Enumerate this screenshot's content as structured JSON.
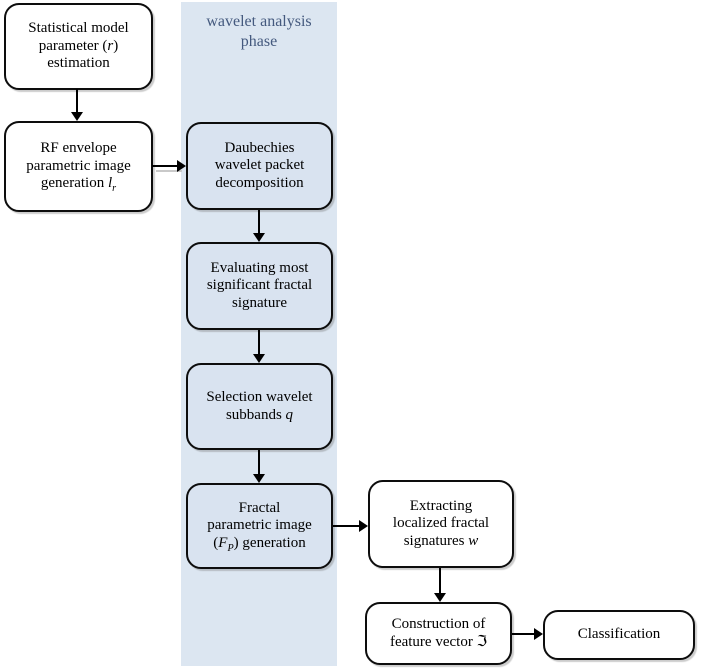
{
  "colors": {
    "background": "#ffffff",
    "band_fill": "#dce6f1",
    "band_node_fill": "#d9e3f0",
    "plain_node_fill": "#ffffff",
    "node_border": "#0d0d0d",
    "band_label_text": "#44597e",
    "arrow": "#000000"
  },
  "phase_band": {
    "label_lines": [
      [
        {
          "text": "wavelet analysis"
        }
      ],
      [
        {
          "text": "phase"
        }
      ]
    ]
  },
  "nodes": {
    "statistical": {
      "lines": [
        [
          {
            "text": "Statistical model"
          }
        ],
        [
          {
            "text": "parameter ("
          },
          {
            "text": "r",
            "italic": true
          },
          {
            "text": ")"
          }
        ],
        [
          {
            "text": "estimation"
          }
        ]
      ]
    },
    "rf": {
      "lines": [
        [
          {
            "text": "RF envelope"
          }
        ],
        [
          {
            "text": "parametric image"
          }
        ],
        [
          {
            "text": "generation "
          },
          {
            "text": "l",
            "italic": true
          },
          {
            "text": "r",
            "italic": true,
            "sub": true
          }
        ]
      ]
    },
    "daubechies": {
      "lines": [
        [
          {
            "text": "Daubechies"
          }
        ],
        [
          {
            "text": "wavelet packet"
          }
        ],
        [
          {
            "text": "decomposition"
          }
        ]
      ]
    },
    "evaluating": {
      "lines": [
        [
          {
            "text": "Evaluating most"
          }
        ],
        [
          {
            "text": "significant fractal"
          }
        ],
        [
          {
            "text": "signature"
          }
        ]
      ]
    },
    "selection": {
      "lines": [
        [
          {
            "text": "Selection wavelet"
          }
        ],
        [
          {
            "text": "subbands "
          },
          {
            "text": "q",
            "italic": true
          }
        ]
      ]
    },
    "fractal": {
      "lines": [
        [
          {
            "text": "Fractal"
          }
        ],
        [
          {
            "text": "parametric image"
          }
        ],
        [
          {
            "text": "("
          },
          {
            "text": "F",
            "italic": true
          },
          {
            "text": "P",
            "italic": true,
            "sub": true
          },
          {
            "text": ") generation"
          }
        ]
      ]
    },
    "extracting": {
      "lines": [
        [
          {
            "text": "Extracting"
          }
        ],
        [
          {
            "text": "localized fractal"
          }
        ],
        [
          {
            "text": "signatures "
          },
          {
            "text": "w",
            "italic": true
          }
        ]
      ]
    },
    "construction": {
      "lines": [
        [
          {
            "text": "Construction of"
          }
        ],
        [
          {
            "text": "feature vector "
          },
          {
            "text": "ℑ"
          }
        ]
      ]
    },
    "classification": {
      "lines": [
        [
          {
            "text": "Classification"
          }
        ]
      ]
    }
  },
  "arrows": [
    {
      "from": "statistical",
      "to": "rf",
      "direction": "down"
    },
    {
      "from": "rf",
      "to": "daubechies",
      "direction": "right"
    },
    {
      "from": "daubechies",
      "to": "evaluating",
      "direction": "down"
    },
    {
      "from": "evaluating",
      "to": "selection",
      "direction": "down"
    },
    {
      "from": "selection",
      "to": "fractal",
      "direction": "down"
    },
    {
      "from": "fractal",
      "to": "extracting",
      "direction": "right"
    },
    {
      "from": "extracting",
      "to": "construction",
      "direction": "down"
    },
    {
      "from": "construction",
      "to": "classification",
      "direction": "right"
    }
  ]
}
